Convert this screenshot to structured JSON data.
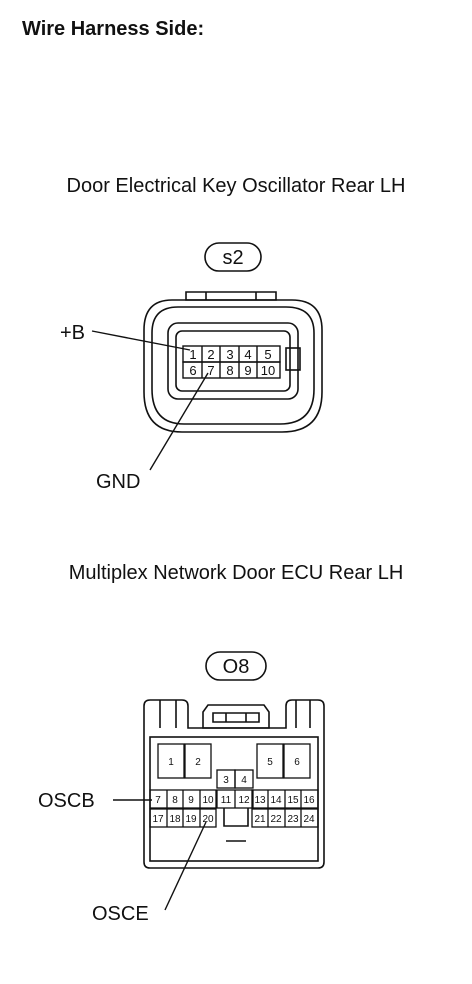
{
  "page": {
    "heading": "Wire Harness Side:"
  },
  "connectors": [
    {
      "id": "s2",
      "title": "Door Electrical Key Oscillator Rear LH",
      "pins_row1": [
        "1",
        "2",
        "3",
        "4",
        "5"
      ],
      "pins_row2": [
        "6",
        "7",
        "8",
        "9",
        "10"
      ],
      "labels": {
        "b_plus": "+B",
        "gnd": "GND"
      }
    },
    {
      "id": "O8",
      "title": "Multiplex Network Door ECU Rear LH",
      "pins_top_left": [
        "1",
        "2"
      ],
      "pins_top_right": [
        "5",
        "6"
      ],
      "pins_center": [
        "3",
        "4"
      ],
      "pins_row2_left": [
        "7",
        "8",
        "9",
        "10"
      ],
      "pins_row2_mid": [
        "11",
        "12"
      ],
      "pins_row2_right": [
        "13",
        "14",
        "15",
        "16"
      ],
      "pins_row3_left": [
        "17",
        "18",
        "19",
        "20"
      ],
      "pins_row3_right": [
        "21",
        "22",
        "23",
        "24"
      ],
      "labels": {
        "oscb": "OSCB",
        "osce": "OSCE"
      }
    }
  ]
}
